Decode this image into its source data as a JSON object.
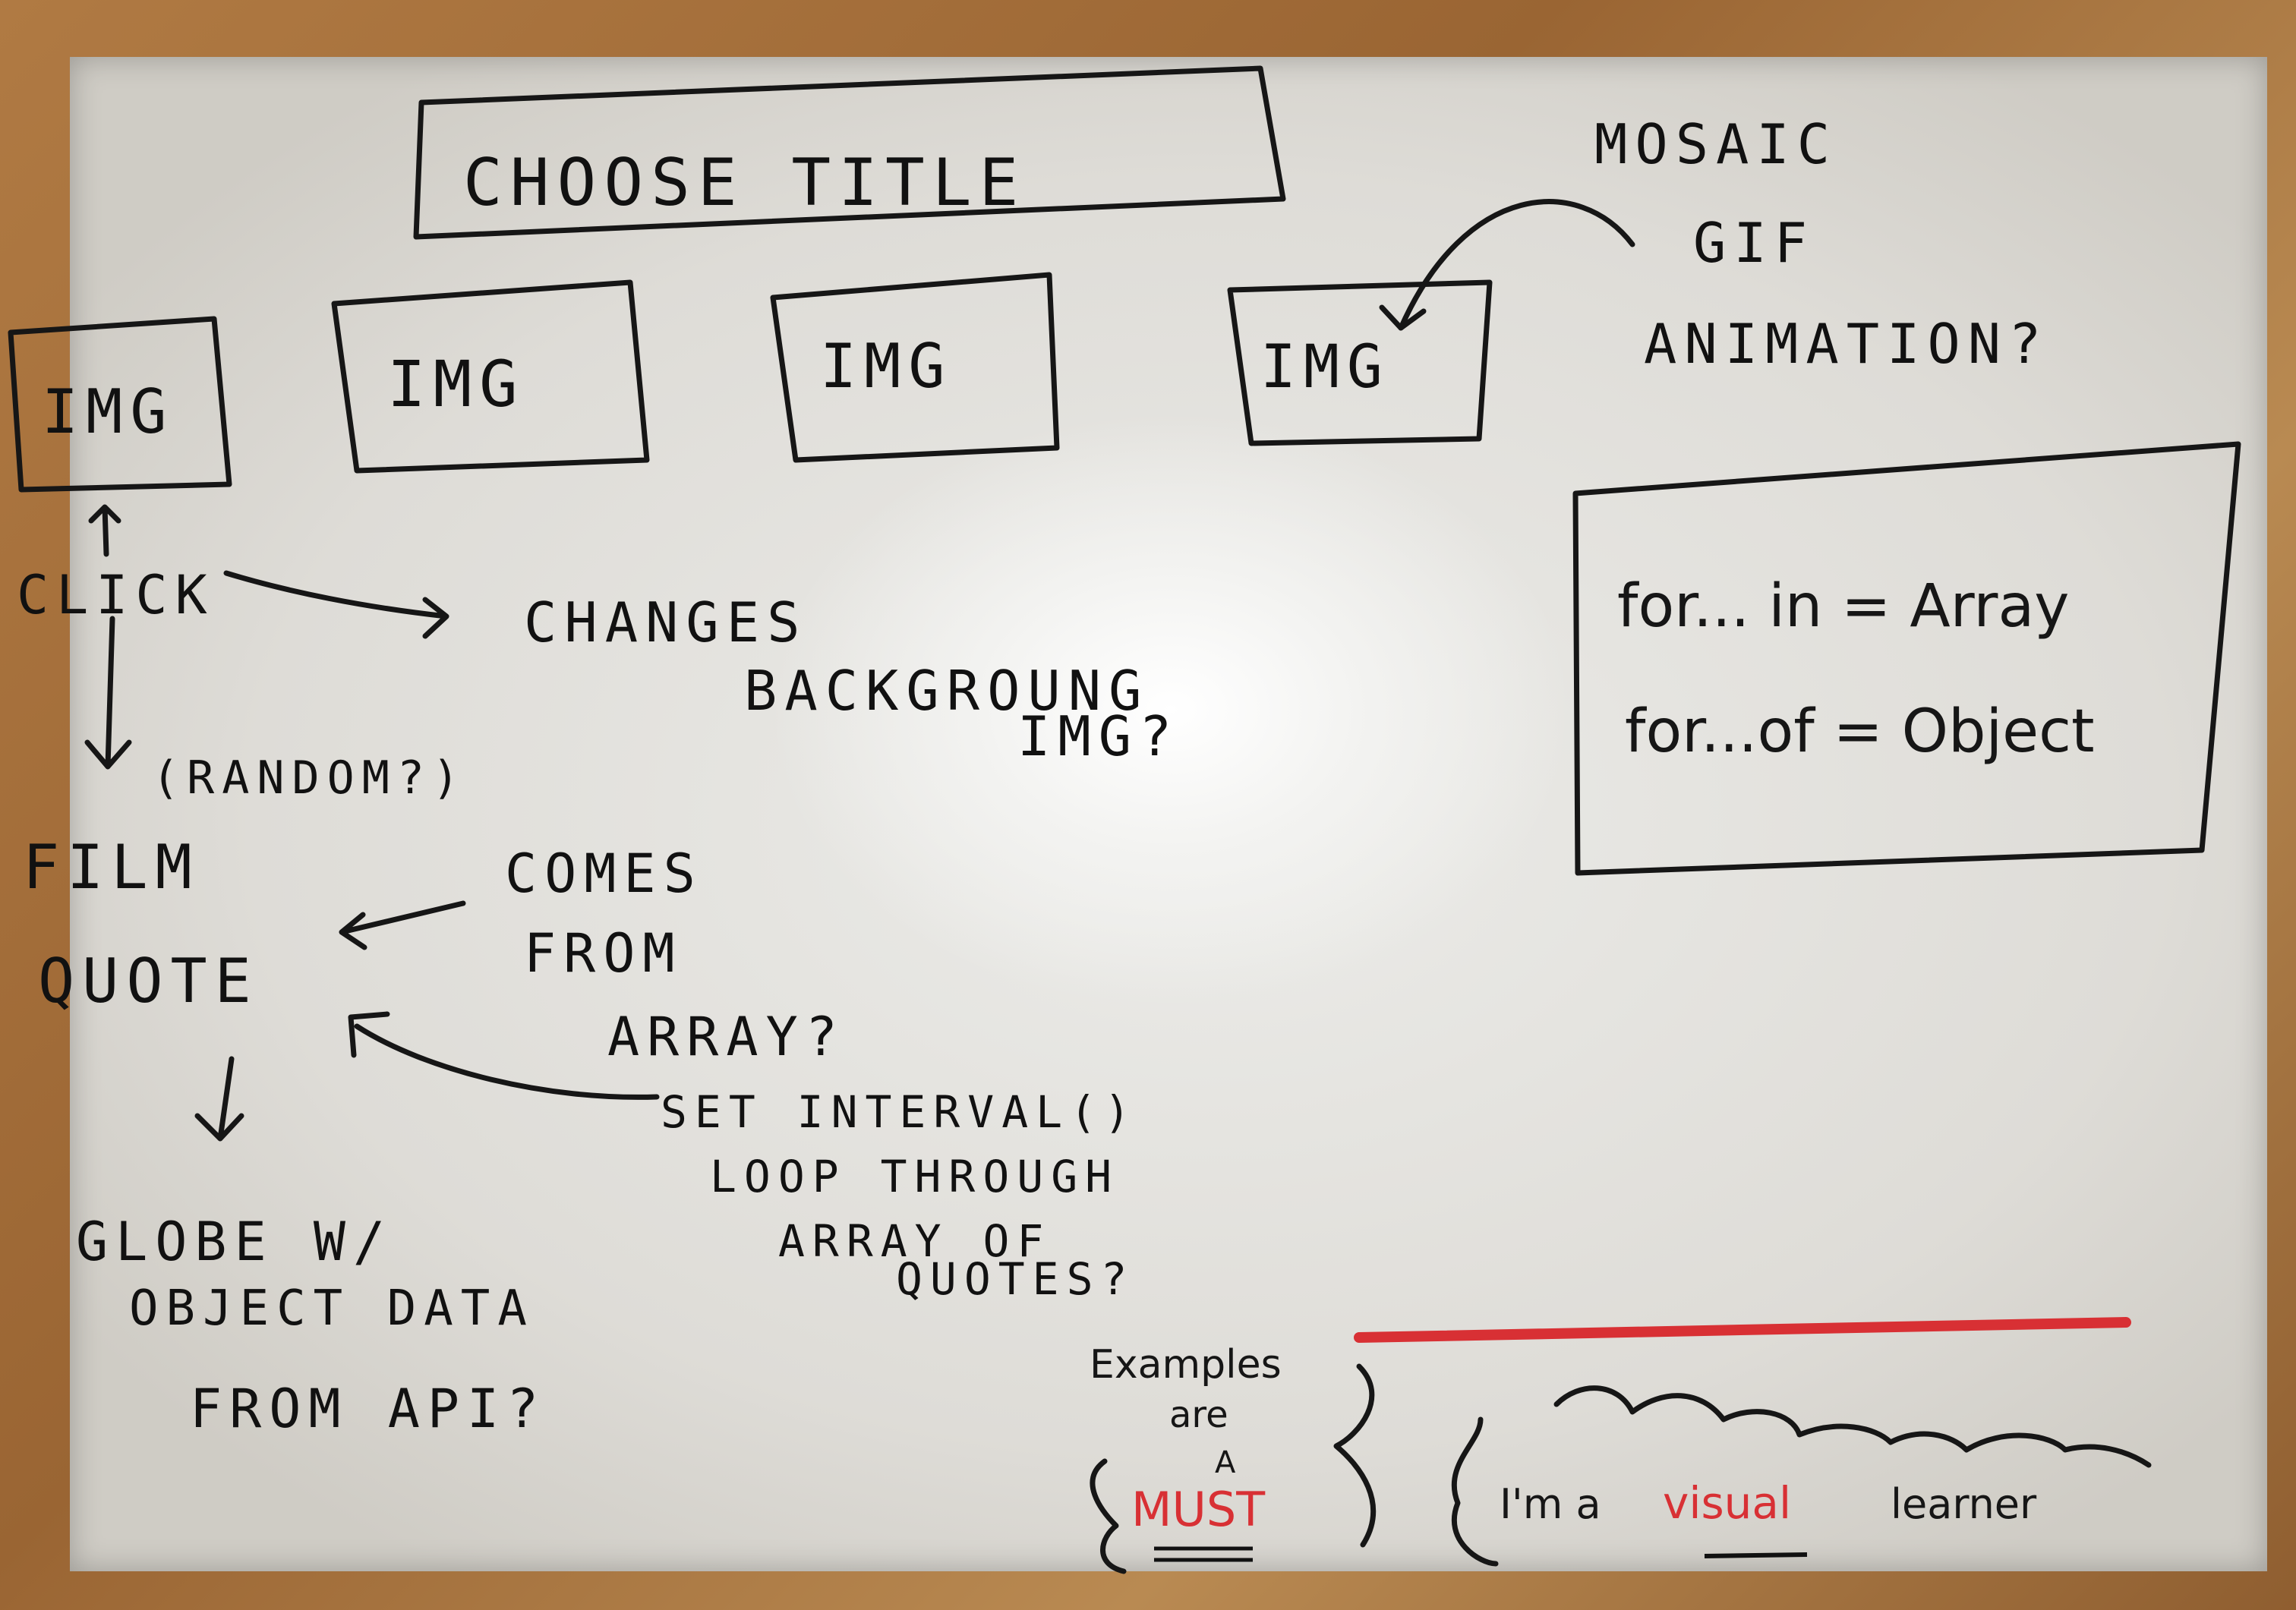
{
  "board": {
    "title": "CHOOSE TITLE",
    "image_boxes": [
      "IMG",
      "IMG",
      "IMG",
      "IMG"
    ],
    "mosaic_note": [
      "MOSAIC",
      "GIF",
      "ANIMATION?"
    ],
    "click_label": "CLICK",
    "changes_note": [
      "CHANGES",
      "BACKGROUNG",
      "IMG?"
    ],
    "random_note": "(RANDOM?)",
    "film_quote": [
      "FILM",
      "QUOTE"
    ],
    "comes_from_note": [
      "COMES",
      "FROM",
      "ARRAY?"
    ],
    "interval_note": [
      "SET INTERVAL()",
      "LOOP THROUGH",
      "ARRAY OF",
      "QUOTES?"
    ],
    "globe_note": [
      "GLOBE W/",
      "OBJECT DATA",
      "FROM API?"
    ],
    "loop_box": [
      "for... in = Array",
      "for...of = Object"
    ],
    "examples_note": {
      "line1": "Examples",
      "line2": "are",
      "line3": "A",
      "must": "MUST"
    },
    "visual_note": {
      "prefix": "I'm a",
      "highlight": "visual",
      "suffix": "learner"
    },
    "colors": {
      "ink": "#161616",
      "red_marker": "#d83034",
      "frame_wood": "#a06a37"
    }
  }
}
